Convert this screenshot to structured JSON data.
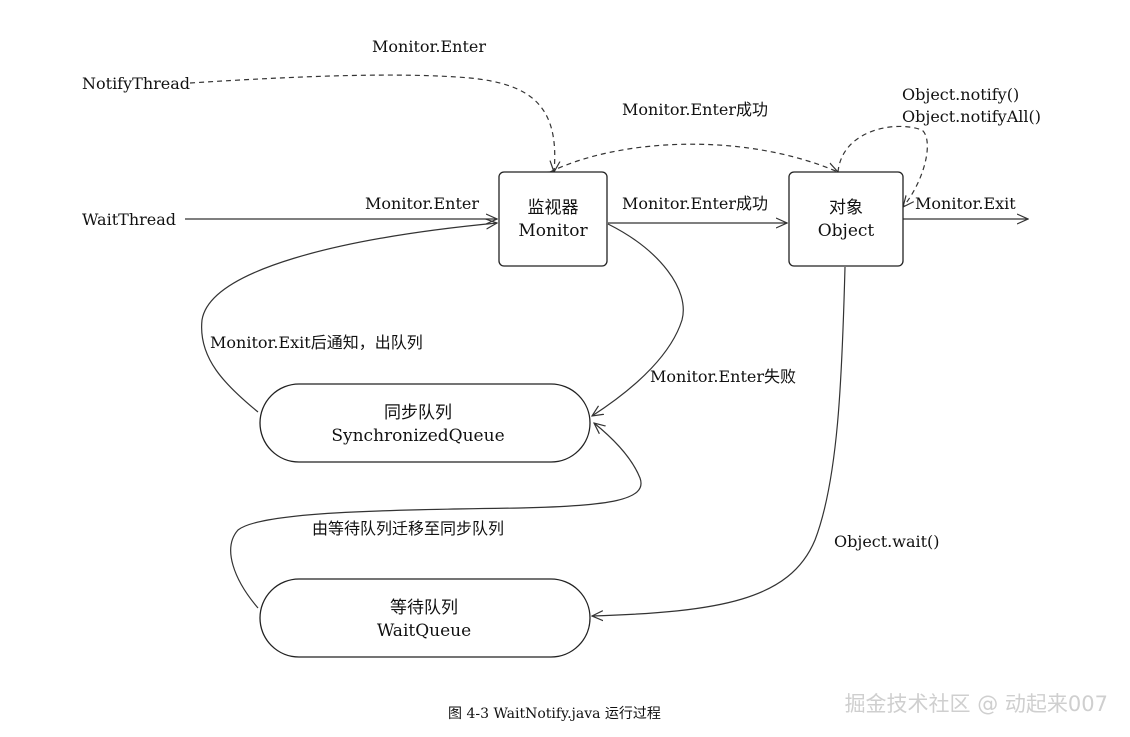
{
  "nodes": {
    "monitor": {
      "line1": "监视器",
      "line2": "Monitor"
    },
    "object": {
      "line1": "对象",
      "line2": "Object"
    },
    "sync_queue": {
      "line1": "同步队列",
      "line2": "SynchronizedQueue"
    },
    "wait_queue": {
      "line1": "等待队列",
      "line2": "WaitQueue"
    }
  },
  "actors": {
    "notify_thread": "NotifyThread",
    "wait_thread": "WaitThread"
  },
  "edge_labels": {
    "notify_enter": "Monitor.Enter",
    "enter_success_dashed": "Monitor.Enter成功",
    "notify_calls_1": "Object.notify()",
    "notify_calls_2": "Object.notifyAll()",
    "wait_enter": "Monitor.Enter",
    "enter_success": "Monitor.Enter成功",
    "exit": "Monitor.Exit",
    "exit_notify": "Monitor.Exit后通知，出队列",
    "enter_fail": "Monitor.Enter失败",
    "move_queue": "由等待队列迁移至同步队列",
    "wait_call": "Object.wait()"
  },
  "caption": "图 4-3   WaitNotify.java 运行过程",
  "watermark": "掘金技术社区 @ 动起来007"
}
